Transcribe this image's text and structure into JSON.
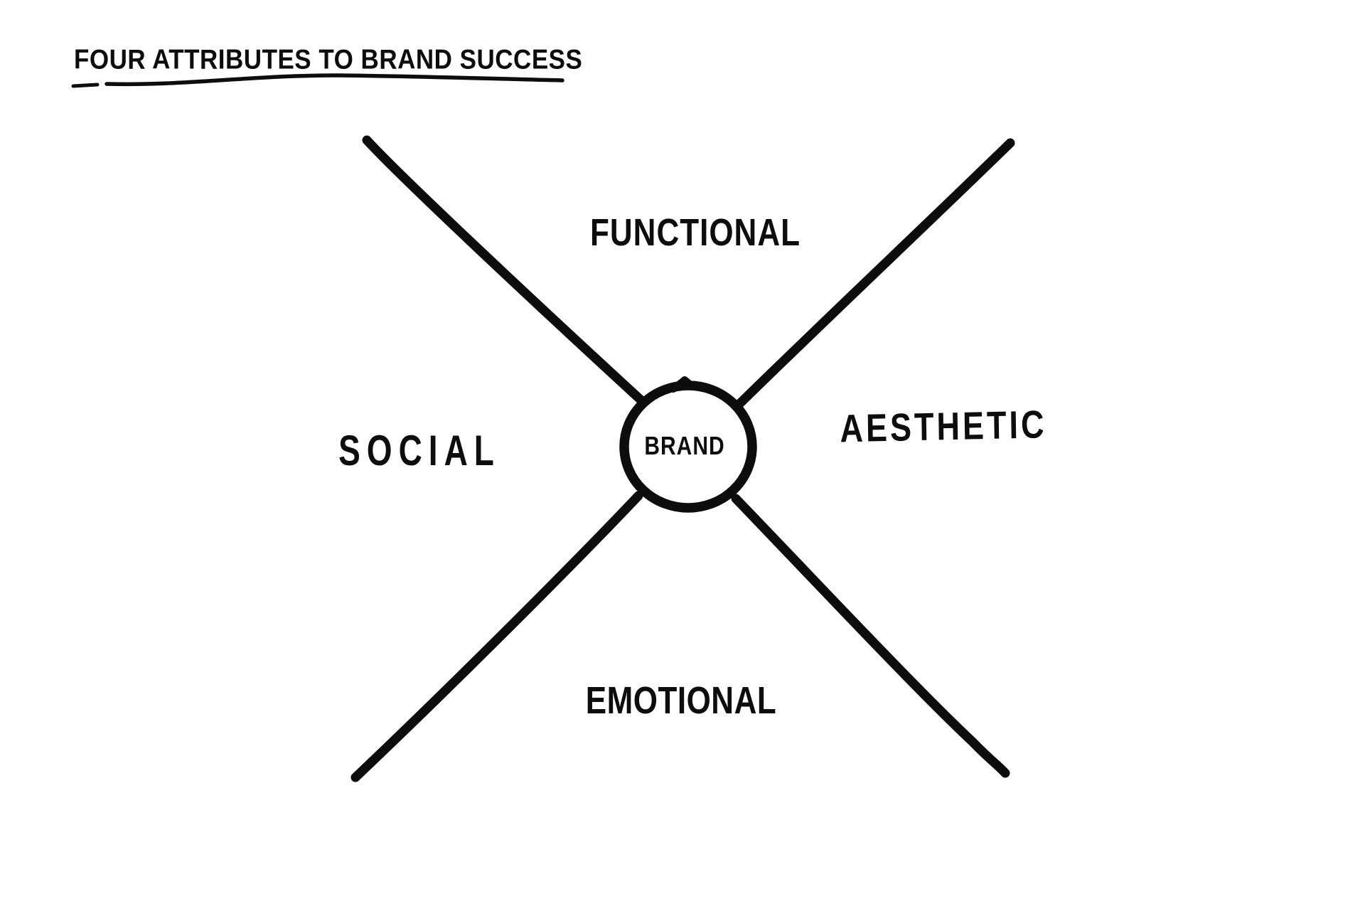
{
  "title": {
    "text": "FOUR ATTRIBUTES TO BRAND SUCCESS"
  },
  "diagram": {
    "center": {
      "label": "BRAND"
    },
    "quadrants": [
      {
        "position": "top",
        "label": "FUNCTIONAL"
      },
      {
        "position": "right",
        "label": "AESTHETIC"
      },
      {
        "position": "bottom",
        "label": "EMOTIONAL"
      },
      {
        "position": "left",
        "label": "SOCIAL"
      }
    ]
  },
  "colors": {
    "ink": "#0d0d0d",
    "background": "#ffffff"
  }
}
